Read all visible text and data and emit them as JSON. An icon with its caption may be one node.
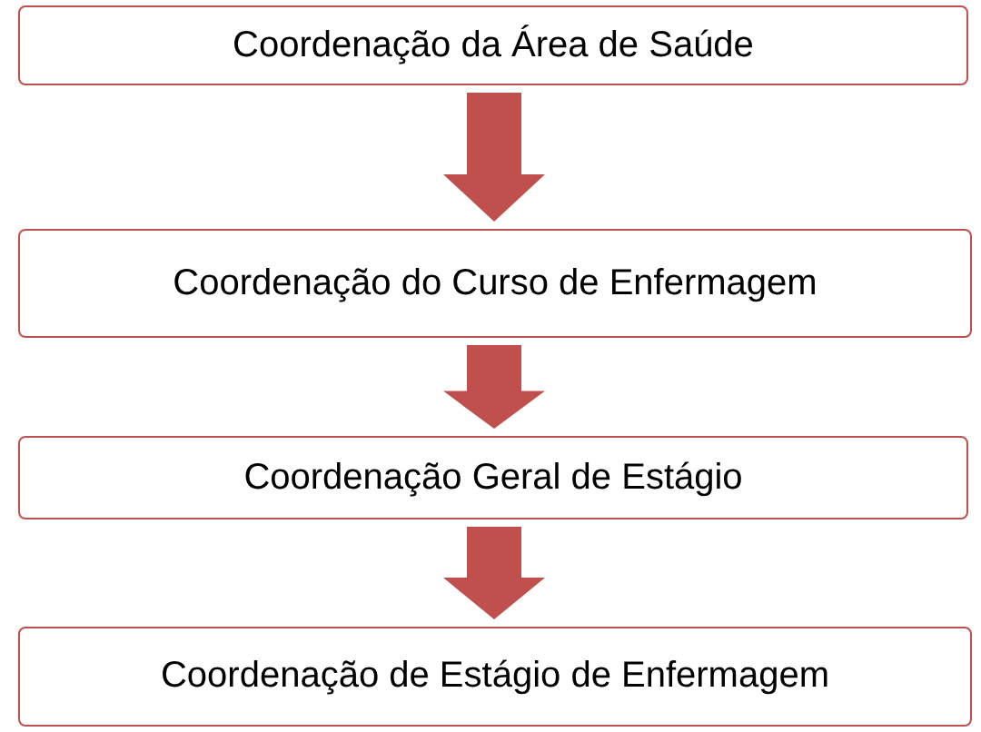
{
  "diagram": {
    "nodes": [
      {
        "text": [
          "Coordenação da Área de Saúde"
        ]
      },
      {
        "text": [
          "Coordenação do Curso de Enfermagem"
        ]
      },
      {
        "text": [
          "Coordenação Geral de Estágio"
        ]
      },
      {
        "text": [
          "Coordenação de Estágio de Enfermagem"
        ]
      }
    ],
    "edges": [
      {
        "from": 0,
        "to": 1,
        "arrow": "to"
      },
      {
        "from": 1,
        "to": 2,
        "arrow": "to"
      },
      {
        "from": 2,
        "to": 3,
        "arrow": "to"
      }
    ]
  }
}
